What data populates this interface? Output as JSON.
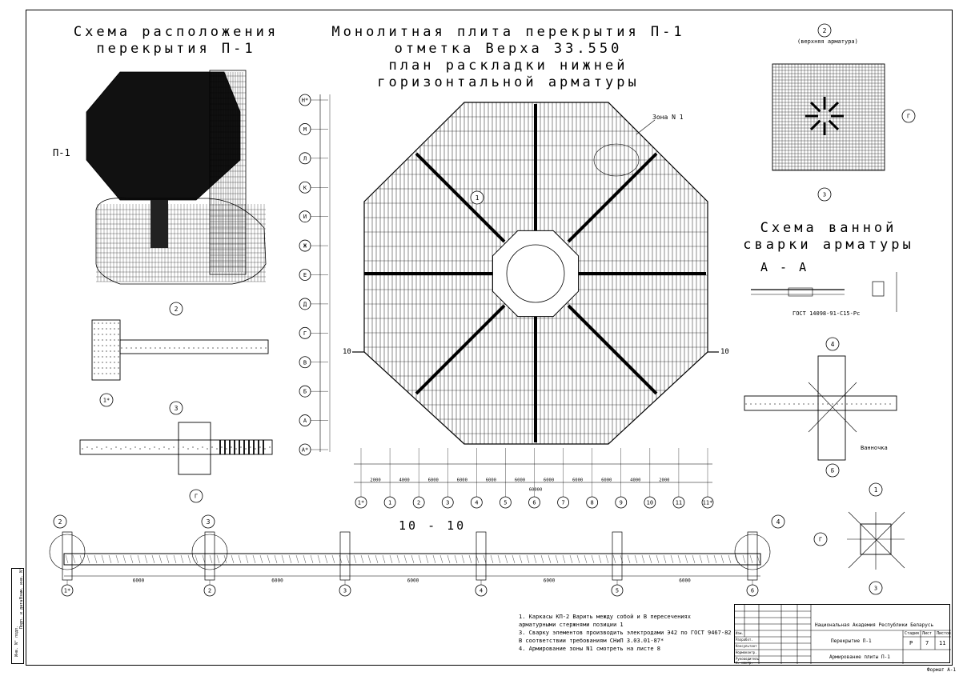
{
  "titles": {
    "scheme_location": [
      "Схема расположения",
      "перекрытия П-1"
    ],
    "main_plan": [
      "Монолитная плита перекрытия П-1",
      "отметка Верха 33.550",
      "план раскладки нижней",
      "горизонтальной арматуры"
    ],
    "welding_scheme": [
      "Схема ванной",
      "сварки арматуры"
    ]
  },
  "labels": {
    "p1": "П-1",
    "zone": "Зона N 1",
    "section_aa": "А - А",
    "section_1010": "10 - 10",
    "cut_left": "10",
    "cut_right": "10",
    "upper_rebar": "(верхняя арматура)",
    "gost": "ГОСТ 14098-91-С15-Рс",
    "bath": "Ванночка"
  },
  "axes": {
    "rows": [
      "Н*",
      "М",
      "Л",
      "К",
      "И",
      "Ж",
      "Е",
      "Д",
      "Г",
      "В",
      "Б",
      "А",
      "А*"
    ],
    "cols": [
      "1*",
      "1",
      "2",
      "3",
      "4",
      "5",
      "6",
      "7",
      "8",
      "9",
      "10",
      "11",
      "11*"
    ],
    "section_cols": [
      "1*",
      "2",
      "3",
      "4",
      "5",
      "6"
    ]
  },
  "dimensions": {
    "bottom_spans": [
      "2000",
      "4000",
      "6000",
      "6000",
      "6000",
      "6000",
      "6000",
      "6000",
      "6000",
      "4000",
      "2000"
    ],
    "overall": "60000",
    "section_spans": [
      "6000",
      "6000",
      "6000",
      "6000",
      "6000"
    ]
  },
  "detail_marks": [
    "1",
    "2",
    "3",
    "4",
    "1*",
    "2",
    "3",
    "Г",
    "Б"
  ],
  "bubble_plan": "1",
  "notes": [
    "1. Каркасы КП-2 Варить между собой и В пересечениях",
    "   арматурными стержнями позиции 1",
    "3. Сварку элементов производить электродами Э42 по ГОСТ 9467-82",
    "   В соответствии требованиям СНиП 3.03.01-87*",
    "4. Армирование зоны N1 смотреть на листе 8"
  ],
  "title_block": {
    "org": "Национальная Академия Республики Беларусь",
    "object": "Перекрытие П-1",
    "sheet_title": "Армирование плиты П-1",
    "stage": "Стадия",
    "sheet": "Лист",
    "sheets": "Листов",
    "stage_val": "Р",
    "sheet_val": "7",
    "sheets_val": "11",
    "format": "Формат А-1",
    "rows": [
      "Изм.",
      "Разработ.",
      "Консультант",
      "Нормоконтр.",
      "Руководитель",
      "Н. контр."
    ]
  },
  "side_stamp": [
    "Инв. N° подл.",
    "Подп. и дата",
    "Взам. инв. N°"
  ]
}
